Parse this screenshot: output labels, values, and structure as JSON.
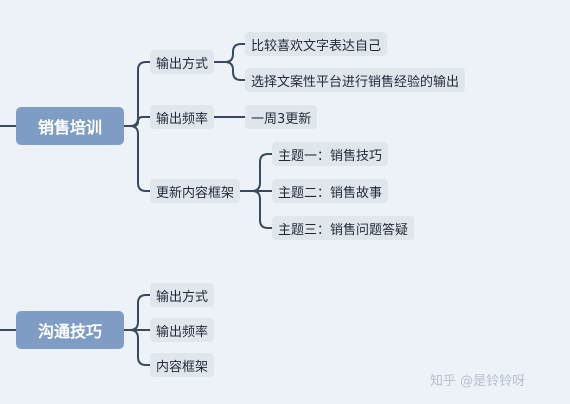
{
  "mindmap": {
    "branches": [
      {
        "label": "销售培训",
        "children": [
          {
            "label": "输出方式",
            "children": [
              "比较喜欢文字表达自己",
              "选择文案性平台进行销售经验的输出"
            ]
          },
          {
            "label": "输出频率",
            "children": [
              "一周3更新"
            ]
          },
          {
            "label": "更新内容框架",
            "children": [
              "主题一：销售技巧",
              "主题二：销售故事",
              "主题三：销售问题答疑"
            ]
          }
        ]
      },
      {
        "label": "沟通技巧",
        "children": [
          {
            "label": "输出方式",
            "children": []
          },
          {
            "label": "输出频率",
            "children": []
          },
          {
            "label": "内容框架",
            "children": []
          }
        ]
      }
    ]
  },
  "watermark": "知乎 @是铃铃呀",
  "colors": {
    "main_node": "#7f9cc4",
    "sub_node": "#e1e6ec",
    "line": "#3a4a5e",
    "background": "#edf2f8"
  }
}
